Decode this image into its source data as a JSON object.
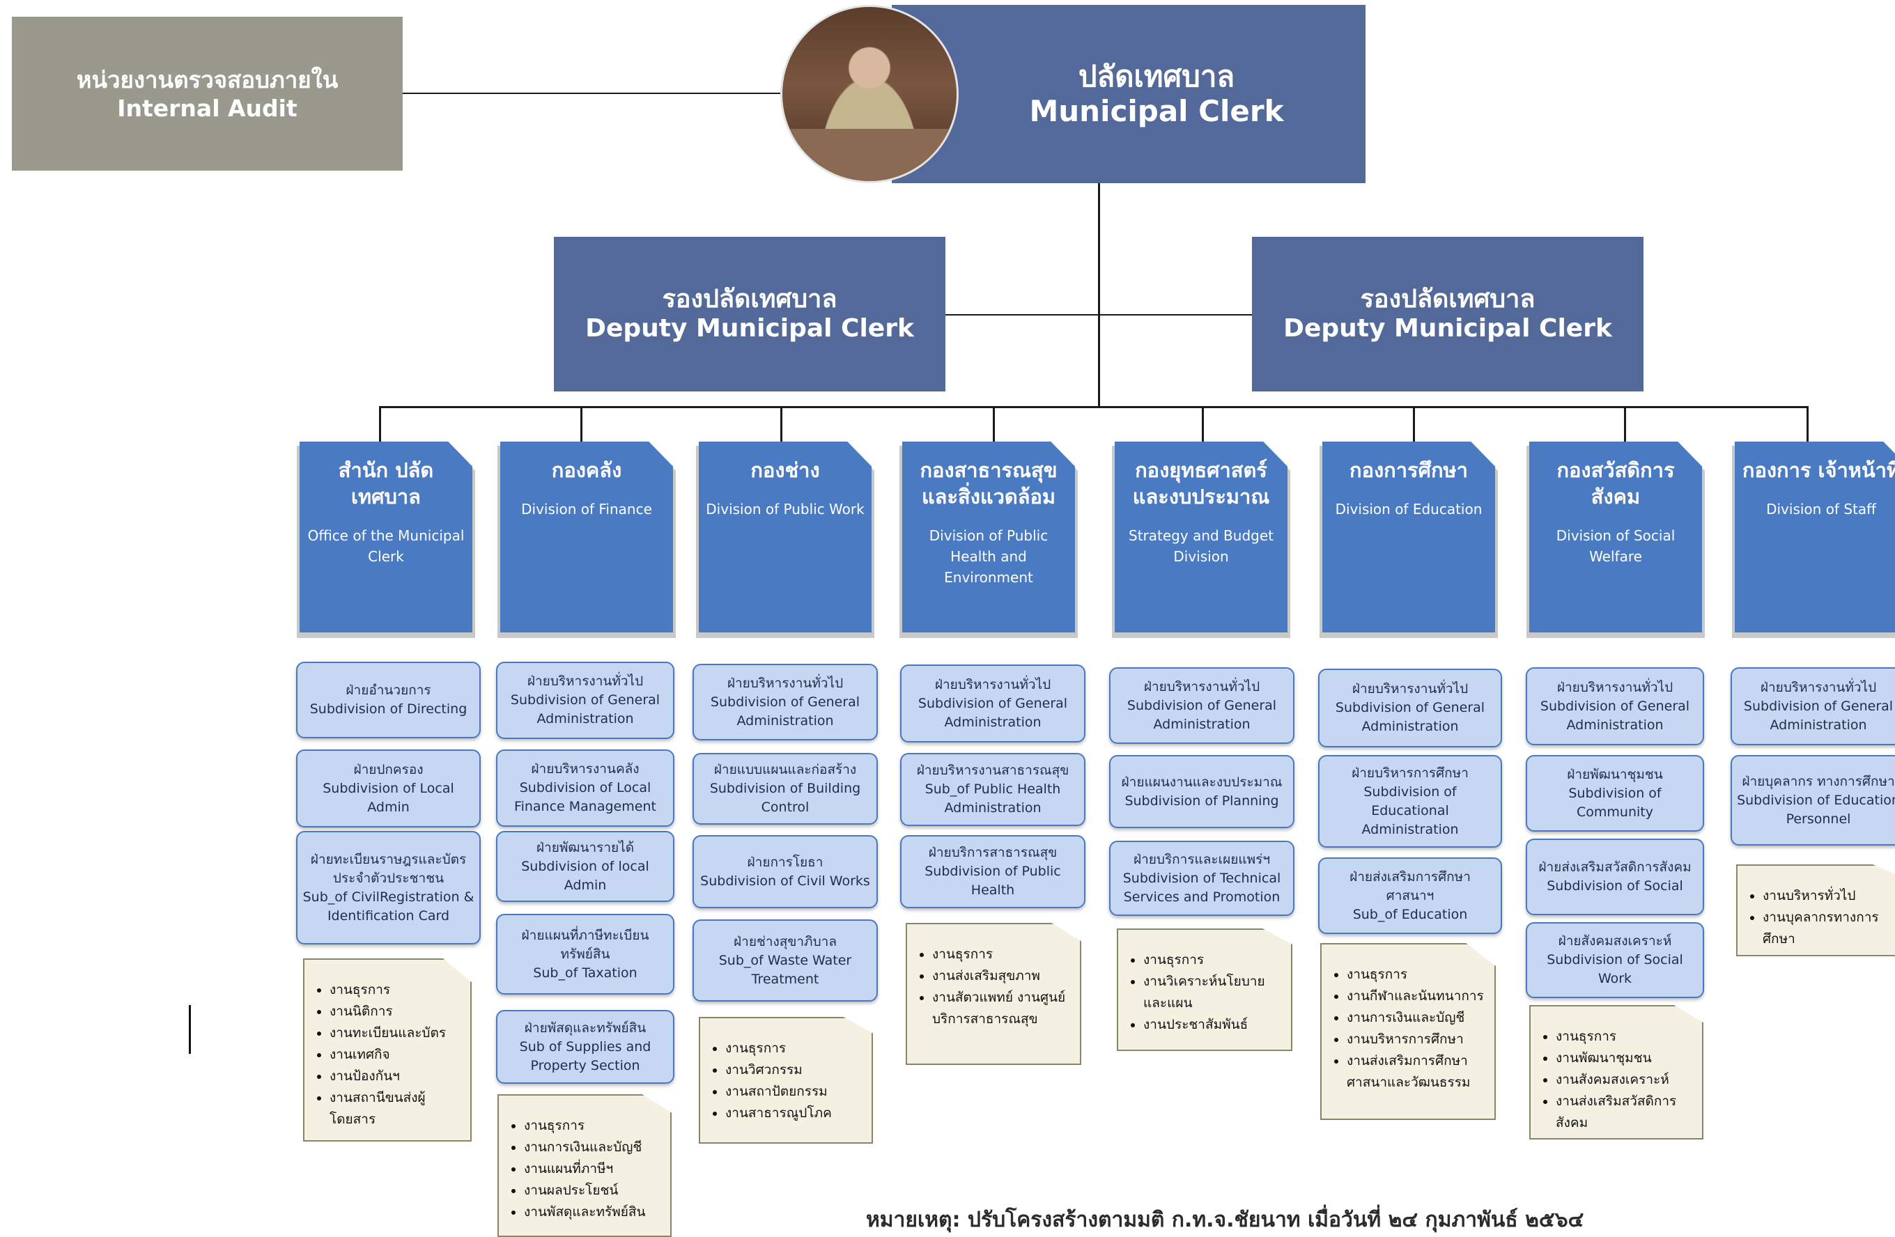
{
  "internal_audit": {
    "th": "หน่วยงานตรวจสอบภายใน",
    "en": "Internal Audit"
  },
  "clerk": {
    "th": "ปลัดเทศบาล",
    "en": "Municipal Clerk"
  },
  "deputies": [
    {
      "th": "รองปลัดเทศบาล",
      "en": "Deputy Municipal Clerk"
    },
    {
      "th": "รองปลัดเทศบาล",
      "en": "Deputy Municipal Clerk"
    }
  ],
  "divisions": [
    {
      "th": "สำนัก ปลัดเทศบาล",
      "en": "Office of the Municipal Clerk",
      "subs": [
        {
          "th": "ฝ่ายอำนวยการ",
          "en": "Subdivision of Directing"
        },
        {
          "th": "ฝ่ายปกครอง",
          "en": "Subdivision of Local Admin"
        },
        {
          "th": "ฝ่ายทะเบียนราษฎรและบัตรประจำตัวประชาชน",
          "en": "Sub_of CivilRegistration & Identification Card"
        }
      ],
      "notes": [
        "งานธุรการ",
        "งานนิติการ",
        "งานทะเบียนและบัตร",
        "งานเทศกิจ",
        "งานป้องกันฯ",
        "งานสถานีขนส่งผู้โดยสาร"
      ]
    },
    {
      "th": "กองคลัง",
      "en": "Division of Finance",
      "subs": [
        {
          "th": "ฝ่ายบริหารงานทั่วไป",
          "en": "Subdivision of General Administration"
        },
        {
          "th": "ฝ่ายบริหารงานคลัง",
          "en": "Subdivision of Local Finance Management"
        },
        {
          "th": "ฝ่ายพัฒนารายได้",
          "en": "Subdivision of local Admin"
        },
        {
          "th": "ฝ่ายแผนที่ภาษีทะเบียนทรัพย์สิน",
          "en": "Sub_of Taxation"
        },
        {
          "th": "ฝ่ายพัสดุและทรัพย์สิน",
          "en": "Sub of Supplies and Property Section"
        }
      ],
      "notes": [
        "งานธุรการ",
        "งานการเงินและบัญชี",
        "งานแผนที่ภาษีฯ",
        "งานผลประโยชน์",
        "งานพัสดุและทรัพย์สิน"
      ]
    },
    {
      "th": "กองช่าง",
      "en": "Division of Public Work",
      "subs": [
        {
          "th": "ฝ่ายบริหารงานทั่วไป",
          "en": "Subdivision of General Administration"
        },
        {
          "th": "ฝ่ายแบบแผนและก่อสร้าง",
          "en": "Subdivision of Building Control"
        },
        {
          "th": "ฝ่ายการโยธา",
          "en": "Subdivision of Civil Works"
        },
        {
          "th": "ฝ่ายช่างสุขาภิบาล",
          "en": "Sub_of Waste Water Treatment"
        }
      ],
      "notes": [
        "งานธุรการ",
        "งานวิศวกรรม",
        "งานสถาปัตยกรรม",
        "งานสาธารณูปโภค"
      ]
    },
    {
      "th": "กองสาธารณสุข และสิ่งแวดล้อม",
      "en": "Division of Public Health and Environment",
      "subs": [
        {
          "th": "ฝ่ายบริหารงานทั่วไป",
          "en": "Subdivision of General Administration"
        },
        {
          "th": "ฝ่ายบริหารงานสาธารณสุข",
          "en": "Sub_of Public Health Administration"
        },
        {
          "th": "ฝ่ายบริการสาธารณสุข",
          "en": "Subdivision of Public Health"
        }
      ],
      "notes": [
        "งานธุรการ",
        "งานส่งเสริมสุขภาพ",
        "งานสัตวแพทย์ งานศูนย์บริการสาธารณสุข"
      ]
    },
    {
      "th": "กองยุทธศาสตร์ และงบประมาณ",
      "en": "Strategy and Budget Division",
      "subs": [
        {
          "th": "ฝ่ายบริหารงานทั่วไป",
          "en": "Subdivision of General Administration"
        },
        {
          "th": "ฝ่ายแผนงานและงบประมาณ",
          "en": "Subdivision of Planning"
        },
        {
          "th": "ฝ่ายบริการและเผยแพร่ฯ",
          "en": "Subdivision of Technical Services and Promotion"
        }
      ],
      "notes": [
        "งานธุรการ",
        "งานวิเคราะห์นโยบายและแผน",
        "งานประชาสัมพันธ์"
      ]
    },
    {
      "th": "กองการศึกษา",
      "en": "Division of Education",
      "subs": [
        {
          "th": "ฝ่ายบริหารงานทั่วไป",
          "en": "Subdivision of General Administration"
        },
        {
          "th": "ฝ่ายบริหารการศึกษา",
          "en": "Subdivision of Educational Administration"
        },
        {
          "th": "ฝ่ายส่งเสริมการศึกษา ศาสนาฯ",
          "en": "Sub_of Education"
        }
      ],
      "notes": [
        "งานธุรการ",
        "งานกีฬาและนันทนาการ",
        "งานการเงินและบัญชี",
        "งานบริหารการศึกษา",
        "งานส่งเสริมการศึกษาศาสนาและวัฒนธรรม"
      ]
    },
    {
      "th": "กองสวัสดิการ สังคม",
      "en": "Division of Social Welfare",
      "subs": [
        {
          "th": "ฝ่ายบริหารงานทั่วไป",
          "en": "Subdivision of General Administration"
        },
        {
          "th": "ฝ่ายพัฒนาชุมชน",
          "en": "Subdivision of Community"
        },
        {
          "th": "ฝ่ายส่งเสริมสวัสดิการสังคม",
          "en": "Subdivision of Social"
        },
        {
          "th": "ฝ่ายสังคมสงเคราะห์",
          "en": "Subdivision of Social Work"
        }
      ],
      "notes": [
        "งานธุรการ",
        "งานพัฒนาชุมชน",
        "งานสังคมสงเคราะห์",
        "งานส่งเสริมสวัสดิการสังคม"
      ]
    },
    {
      "th": "กองการ เจ้าหน้าที่",
      "en": "Division of Staff",
      "subs": [
        {
          "th": "ฝ่ายบริหารงานทั่วไป",
          "en": "Subdivision of General Administration"
        },
        {
          "th": "ฝ่ายบุคลากร ทางการศึกษา",
          "en": "Subdivision of Education Personnel"
        }
      ],
      "notes": [
        "งานบริหารทั่วไป",
        "งานบุคลากรทางการศึกษา"
      ]
    }
  ],
  "footnote": "หมายเหตุ: ปรับโครงสร้างตามมติ ก.ท.จ.ชัยนาท เมื่อวันที่ ๒๔ กุมภาพันธ์ ๒๕๖๔"
}
